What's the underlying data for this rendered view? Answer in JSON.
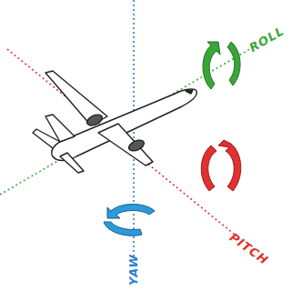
{
  "diagram": {
    "labels": [
      "ROLL",
      "PITCH",
      "YAW"
    ]
  }
}
